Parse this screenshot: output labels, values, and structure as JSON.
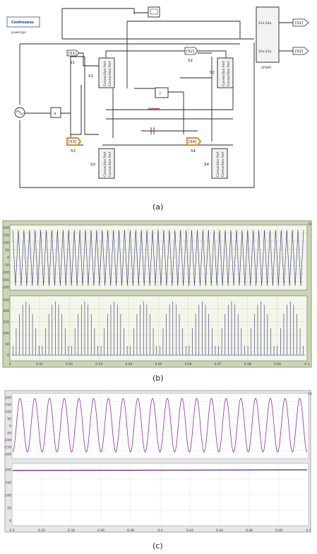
{
  "captions": {
    "a": "(a)",
    "b": "(b)",
    "c": "(c)"
  },
  "colors": {
    "trace_b": "#2d2f7a",
    "trace_c1": "#8a2f9e",
    "trace_c2": "#5a1f78",
    "plot_bg_b": "#f4f6ea",
    "frame_b": "#8aa06a",
    "frame_c": "#a8a8a8",
    "highlight": "#e08a2a"
  },
  "diagram": {
    "powergui_title": "Continuous",
    "powergui_sub": "powergui",
    "tags": [
      {
        "id": "t_s1",
        "label": "[S1]",
        "name": "S1"
      },
      {
        "id": "t_s2",
        "label": "[S2]",
        "name": "S2"
      },
      {
        "id": "t_s3",
        "label": "[S3]",
        "name": "S3"
      },
      {
        "id": "t_s4",
        "label": "[S4]",
        "name": "S4"
      }
    ],
    "switch_ports": [
      "Connection Port",
      "Connection Port",
      "Connection Port"
    ],
    "spwm": {
      "name": "SPWM",
      "out1": "S1a,S4a",
      "out2": "S2a,S3a",
      "goto1": "[S1]",
      "goto2": "[S2]"
    }
  },
  "plot_b": {
    "panel1_yticks": [
      "200",
      "150",
      "100",
      "50",
      "0",
      "-50",
      "-100",
      "-150",
      "-200"
    ],
    "panel2_yticks": [
      "250",
      "200",
      "150",
      "100",
      "50",
      "0"
    ],
    "xticks": [
      "0",
      "0.01",
      "0.02",
      "0.03",
      "0.04",
      "0.05",
      "0.06",
      "0.07",
      "0.08",
      "0.09",
      "0.1"
    ],
    "corner": "10"
  },
  "plot_c": {
    "panel1_yticks": [
      "200",
      "150",
      "100",
      "50",
      "0",
      "-50",
      "-100",
      "-150",
      "-200"
    ],
    "panel2_yticks": [
      "200",
      "150",
      "100",
      "50",
      "0"
    ],
    "xticks": [
      "0.3",
      "0.32",
      "0.34",
      "0.36",
      "0.38",
      "0.4",
      "0.42",
      "0.44",
      "0.46",
      "0.48",
      "0.5"
    ],
    "corner": "10"
  }
}
